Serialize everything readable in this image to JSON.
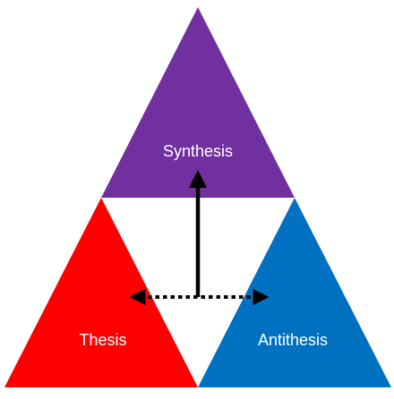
{
  "diagram": {
    "nodes": {
      "synthesis": {
        "label": "Synthesis",
        "color": "#7030A0"
      },
      "thesis": {
        "label": "Thesis",
        "color": "#FF0000"
      },
      "antithesis": {
        "label": "Antithesis",
        "color": "#0070C0"
      }
    },
    "edges": [
      {
        "from": "midpoint",
        "to": "synthesis",
        "style": "solid",
        "direction": "up",
        "color": "#000000"
      },
      {
        "from": "thesis",
        "to": "antithesis",
        "style": "dotted",
        "direction": "both",
        "color": "#000000"
      }
    ],
    "background": "#FFFFFF"
  }
}
